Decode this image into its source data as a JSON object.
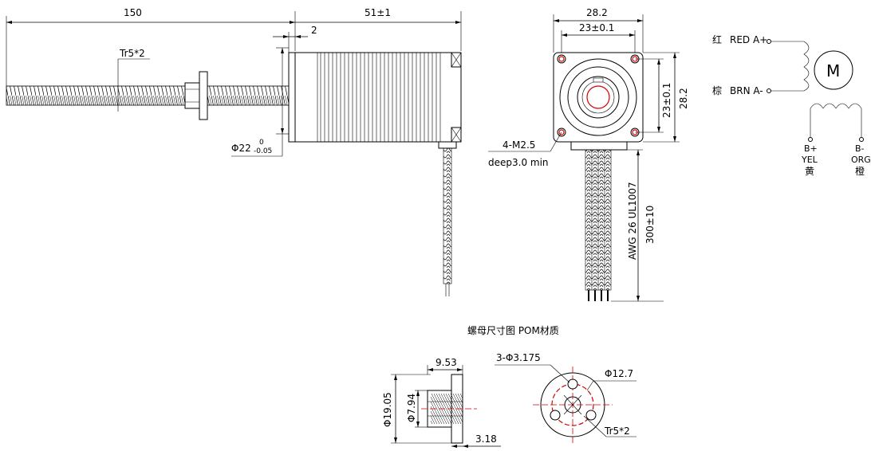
{
  "side_view": {
    "dim_total_length": "150",
    "dim_body_length": "51±1",
    "dim_flange": "2",
    "thread_label": "Tr5*2",
    "dia_label": "Φ22",
    "tol_upper": "0",
    "tol_lower": "-0.05"
  },
  "front_view": {
    "dim_width": "28.2",
    "dim_hole_spacing_h": "23±0.1",
    "dim_hole_spacing_v": "23±0.1",
    "dim_height": "28.2",
    "hole_label": "4-M2.5",
    "hole_depth": "deep3.0 min",
    "cable_label": "AWG 26 UL1007",
    "cable_length": "300±10"
  },
  "wiring": {
    "motor_symbol": "M",
    "a_plus_cn": "红",
    "a_plus": "RED A+",
    "a_minus_cn": "棕",
    "a_minus": "BRN A-",
    "b_plus": "B+",
    "b_plus_color": "YEL",
    "b_plus_cn": "黄",
    "b_minus": "B-",
    "b_minus_color": "ORG",
    "b_minus_cn": "橙"
  },
  "nut": {
    "title": "螺母尺寸图 POM材质",
    "dim_length": "9.53",
    "dim_outer_dia": "Φ19.05",
    "dim_inner_dia": "Φ7.94",
    "dim_flange": "3.18",
    "dim_holes": "3-Φ3.175",
    "dim_pcd": "Φ12.7",
    "thread_label": "Tr5*2"
  }
}
